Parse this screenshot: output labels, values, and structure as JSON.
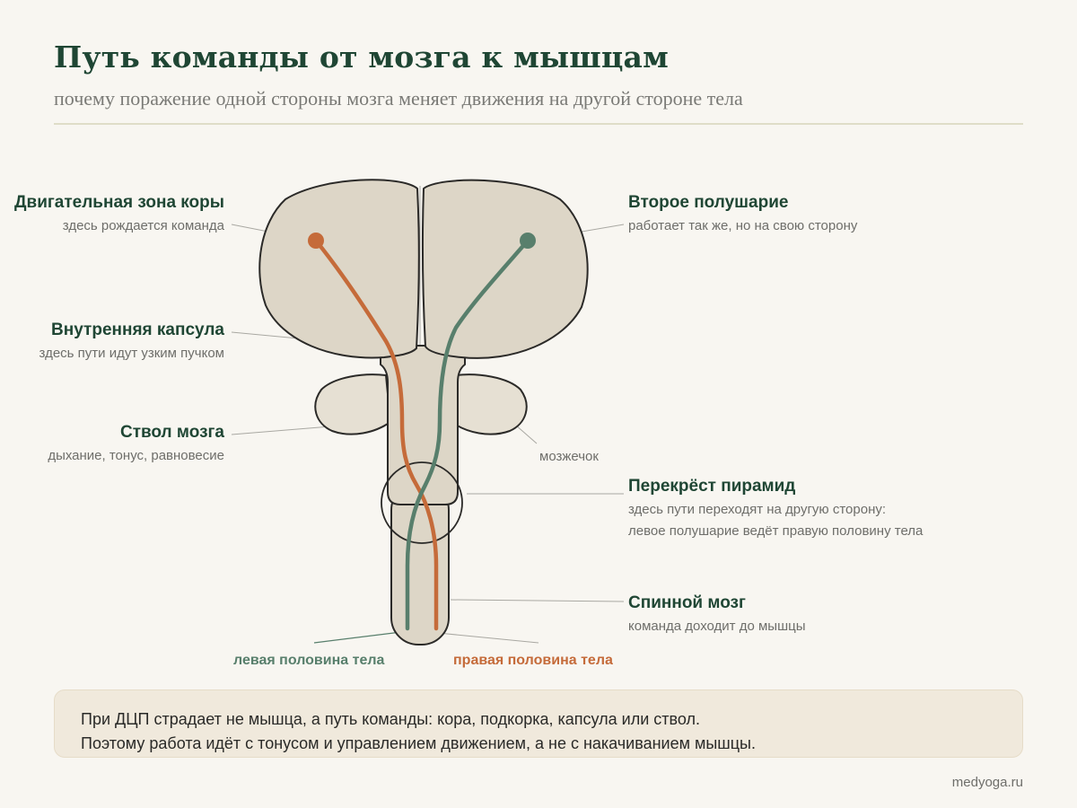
{
  "title": "Путь команды от мозга к мышцам",
  "subtitle": "почему поражение одной стороны мозга меняет движения на другой стороне тела",
  "labels": {
    "motor_cortex": {
      "heading": "Двигательная зона коры",
      "text": "здесь рождается команда"
    },
    "second_hemisphere": {
      "heading": "Второе полушарие",
      "text": "работает так же, но на свою сторону"
    },
    "internal_capsule": {
      "heading": "Внутренняя капсула",
      "text": "здесь пути идут узким пучком"
    },
    "brainstem": {
      "heading": "Ствол мозга",
      "text": "дыхание, тонус, равновесие"
    },
    "cerebellum": {
      "text": "мозжечок"
    },
    "decussation": {
      "heading": "Перекрёст пирамид",
      "line1": "здесь пути переходят на другую сторону:",
      "line2": "левое полушарие ведёт правую половину тела"
    },
    "spinal_cord": {
      "heading": "Спинной мозг",
      "text": "команда доходит до мышцы"
    }
  },
  "body_sides": {
    "left": "левая половина тела",
    "right": "правая половина тела"
  },
  "note": {
    "line1": "При ДЦП страдает не мышца, а путь команды: кора, подкорка, капсула или ствол.",
    "line2": "Поэтому работа идёт с тонусом и управлением движением, а не с накачиванием мышцы."
  },
  "footer": "medyoga.ru",
  "colors": {
    "title": "#1f4634",
    "brain_fill": "#ddd6c7",
    "cerebellum_fill": "#e6e0d3",
    "outline": "#2b2a28",
    "orange_path": "#c56b3a",
    "green_path": "#587f6c",
    "note_bg": "#f0e9dc"
  }
}
